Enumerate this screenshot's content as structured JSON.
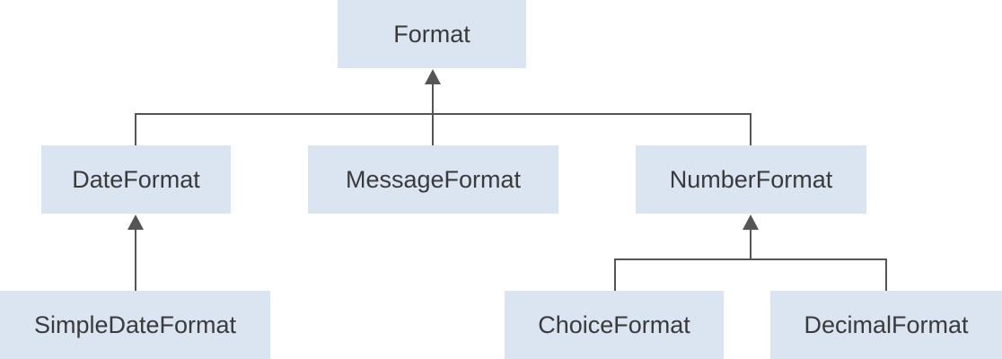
{
  "diagram": {
    "nodes": {
      "format": "Format",
      "date_format": "DateFormat",
      "message_format": "MessageFormat",
      "number_format": "NumberFormat",
      "simple_date_format": "SimpleDateFormat",
      "choice_format": "ChoiceFormat",
      "decimal_format": "DecimalFormat"
    },
    "edges": [
      {
        "from": "DateFormat",
        "to": "Format"
      },
      {
        "from": "MessageFormat",
        "to": "Format"
      },
      {
        "from": "NumberFormat",
        "to": "Format"
      },
      {
        "from": "SimpleDateFormat",
        "to": "DateFormat"
      },
      {
        "from": "ChoiceFormat",
        "to": "NumberFormat"
      },
      {
        "from": "DecimalFormat",
        "to": "NumberFormat"
      }
    ],
    "colors": {
      "node_fill": "#dbe5f1",
      "line": "#555555",
      "text": "#3a3a3a"
    }
  }
}
